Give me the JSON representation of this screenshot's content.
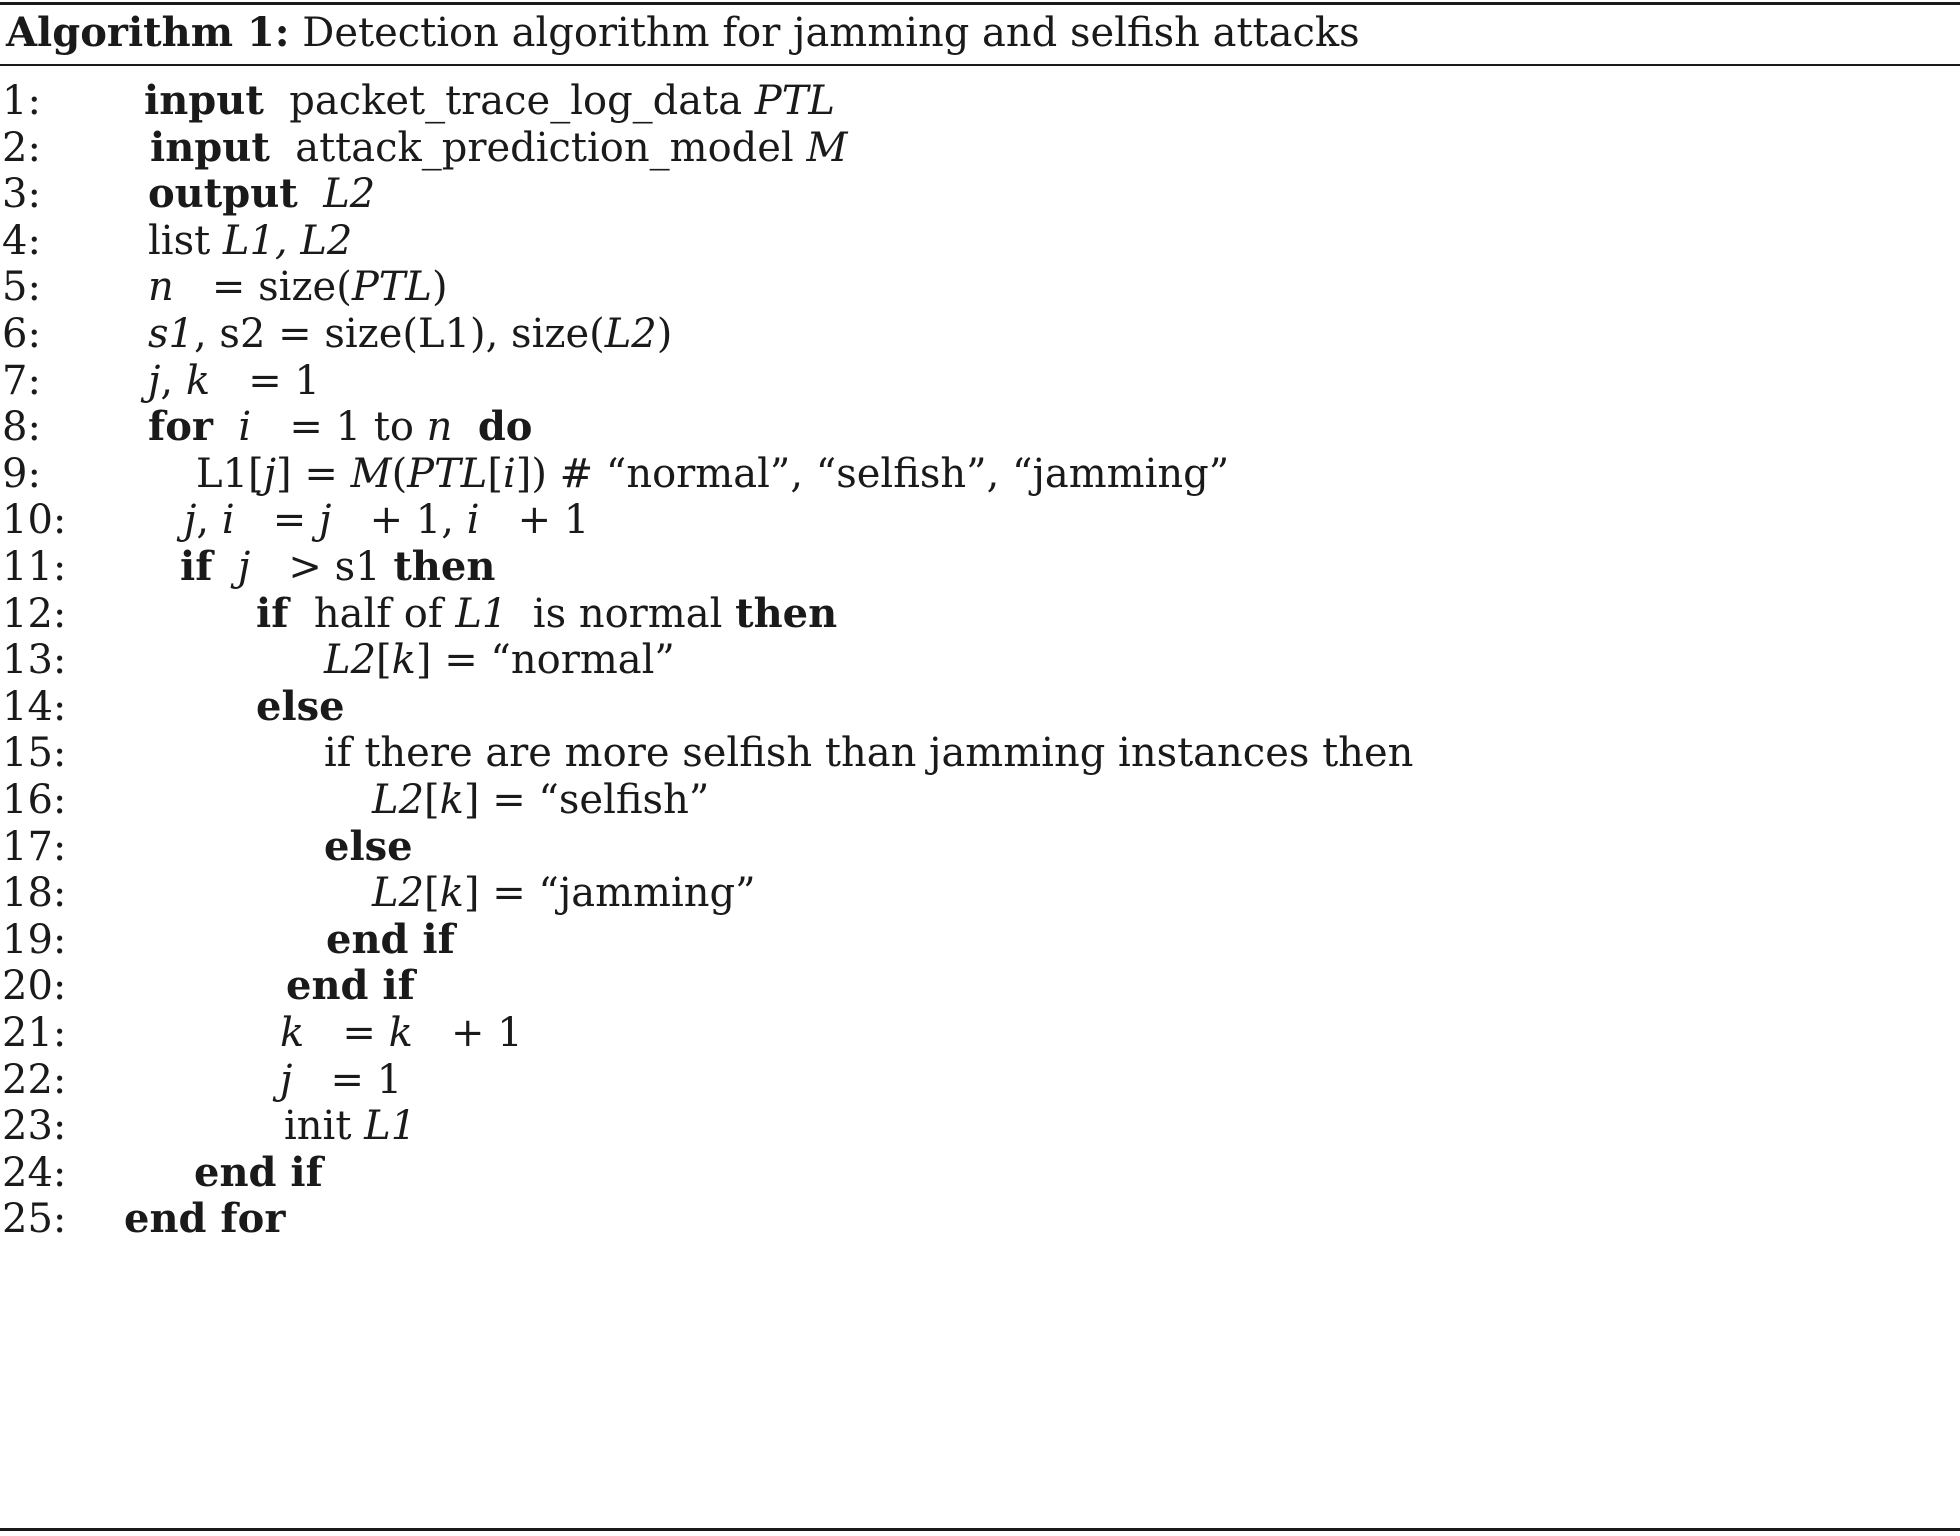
{
  "caption": {
    "label": "Algorithm 1:",
    "title": " Detection algorithm for jamming and selfish attacks"
  },
  "lines": [
    {
      "num": "1:",
      "indent": 144,
      "parts": [
        {
          "t": "input",
          "s": "b"
        },
        {
          "t": "  packet_trace_log_data ",
          "s": ""
        },
        {
          "t": "PTL",
          "s": "i"
        }
      ]
    },
    {
      "num": "2:",
      "indent": 150,
      "parts": [
        {
          "t": "input",
          "s": "b"
        },
        {
          "t": "  attack_prediction_model ",
          "s": ""
        },
        {
          "t": "M",
          "s": "i"
        }
      ]
    },
    {
      "num": "3:",
      "indent": 148,
      "parts": [
        {
          "t": "output",
          "s": "b"
        },
        {
          "t": "  ",
          "s": ""
        },
        {
          "t": "L2",
          "s": "i"
        }
      ]
    },
    {
      "num": "4:",
      "indent": 148,
      "parts": [
        {
          "t": "list ",
          "s": ""
        },
        {
          "t": "L1, L2",
          "s": "i"
        }
      ]
    },
    {
      "num": "5:",
      "indent": 148,
      "parts": [
        {
          "t": "n",
          "s": "i"
        },
        {
          "t": "   = size(",
          "s": ""
        },
        {
          "t": "PTL",
          "s": "i"
        },
        {
          "t": ")",
          "s": ""
        }
      ]
    },
    {
      "num": "6:",
      "indent": 148,
      "parts": [
        {
          "t": "s1",
          "s": "i"
        },
        {
          "t": ", s2 = size(L1), size(",
          "s": ""
        },
        {
          "t": "L2",
          "s": "i"
        },
        {
          "t": ")",
          "s": ""
        }
      ]
    },
    {
      "num": "7:",
      "indent": 148,
      "parts": [
        {
          "t": "j",
          "s": "i"
        },
        {
          "t": ", ",
          "s": ""
        },
        {
          "t": "k",
          "s": "i"
        },
        {
          "t": "   = 1",
          "s": ""
        }
      ]
    },
    {
      "num": "8:",
      "indent": 148,
      "parts": [
        {
          "t": "for",
          "s": "b"
        },
        {
          "t": "  ",
          "s": ""
        },
        {
          "t": "i",
          "s": "i"
        },
        {
          "t": "   = 1 to ",
          "s": ""
        },
        {
          "t": "n",
          "s": "i"
        },
        {
          "t": "  ",
          "s": ""
        },
        {
          "t": "do",
          "s": "b"
        }
      ]
    },
    {
      "num": "9:",
      "indent": 196,
      "parts": [
        {
          "t": "L1[",
          "s": ""
        },
        {
          "t": "j",
          "s": "i"
        },
        {
          "t": "] = ",
          "s": ""
        },
        {
          "t": "M",
          "s": "i"
        },
        {
          "t": "(",
          "s": ""
        },
        {
          "t": "PTL",
          "s": "i"
        },
        {
          "t": "[",
          "s": ""
        },
        {
          "t": "i",
          "s": "i"
        },
        {
          "t": "]) # “normal”, “selfish”, “jamming”",
          "s": ""
        }
      ]
    },
    {
      "num": "10:",
      "indent": 184,
      "parts": [
        {
          "t": "j",
          "s": "i"
        },
        {
          "t": ", ",
          "s": ""
        },
        {
          "t": "i",
          "s": "i"
        },
        {
          "t": "   = ",
          "s": ""
        },
        {
          "t": "j",
          "s": "i"
        },
        {
          "t": "   + 1, ",
          "s": ""
        },
        {
          "t": "i",
          "s": "i"
        },
        {
          "t": "   + 1",
          "s": ""
        }
      ]
    },
    {
      "num": "11:",
      "indent": 180,
      "parts": [
        {
          "t": "if",
          "s": "b"
        },
        {
          "t": "  ",
          "s": ""
        },
        {
          "t": "j",
          "s": "i"
        },
        {
          "t": "   > s1 ",
          "s": ""
        },
        {
          "t": "then",
          "s": "b"
        }
      ]
    },
    {
      "num": "12:",
      "indent": 256,
      "parts": [
        {
          "t": "if",
          "s": "b"
        },
        {
          "t": "  half of ",
          "s": ""
        },
        {
          "t": "L1",
          "s": "i"
        },
        {
          "t": "  is normal ",
          "s": ""
        },
        {
          "t": "then",
          "s": "b"
        }
      ]
    },
    {
      "num": "13:",
      "indent": 324,
      "parts": [
        {
          "t": "L2",
          "s": "i"
        },
        {
          "t": "[",
          "s": ""
        },
        {
          "t": "k",
          "s": "i"
        },
        {
          "t": "] = “normal”",
          "s": ""
        }
      ]
    },
    {
      "num": "14:",
      "indent": 256,
      "parts": [
        {
          "t": "else",
          "s": "b"
        }
      ]
    },
    {
      "num": "15:",
      "indent": 324,
      "parts": [
        {
          "t": "if there are more selfish than jamming instances then",
          "s": ""
        }
      ]
    },
    {
      "num": "16:",
      "indent": 372,
      "parts": [
        {
          "t": "L2",
          "s": "i"
        },
        {
          "t": "[",
          "s": ""
        },
        {
          "t": "k",
          "s": "i"
        },
        {
          "t": "] = “selfish”",
          "s": ""
        }
      ]
    },
    {
      "num": "17:",
      "indent": 324,
      "parts": [
        {
          "t": "else",
          "s": "b"
        }
      ]
    },
    {
      "num": "18:",
      "indent": 372,
      "parts": [
        {
          "t": "L2",
          "s": "i"
        },
        {
          "t": "[",
          "s": ""
        },
        {
          "t": "k",
          "s": "i"
        },
        {
          "t": "] = “jamming”",
          "s": ""
        }
      ]
    },
    {
      "num": "19:",
      "indent": 326,
      "parts": [
        {
          "t": "end if",
          "s": "b"
        }
      ]
    },
    {
      "num": "20:",
      "indent": 286,
      "parts": [
        {
          "t": "end if",
          "s": "b"
        }
      ]
    },
    {
      "num": "21:",
      "indent": 280,
      "parts": [
        {
          "t": "k",
          "s": "i"
        },
        {
          "t": "   = ",
          "s": ""
        },
        {
          "t": "k",
          "s": "i"
        },
        {
          "t": "   + 1",
          "s": ""
        }
      ]
    },
    {
      "num": "22:",
      "indent": 280,
      "parts": [
        {
          "t": "j",
          "s": "i"
        },
        {
          "t": "   = 1",
          "s": ""
        }
      ]
    },
    {
      "num": "23:",
      "indent": 284,
      "parts": [
        {
          "t": "init ",
          "s": ""
        },
        {
          "t": "L1",
          "s": "i"
        }
      ]
    },
    {
      "num": "24:",
      "indent": 194,
      "parts": [
        {
          "t": "end if",
          "s": "b"
        }
      ]
    },
    {
      "num": "25:",
      "indent": 124,
      "parts": [
        {
          "t": "end for",
          "s": "b"
        }
      ]
    }
  ]
}
